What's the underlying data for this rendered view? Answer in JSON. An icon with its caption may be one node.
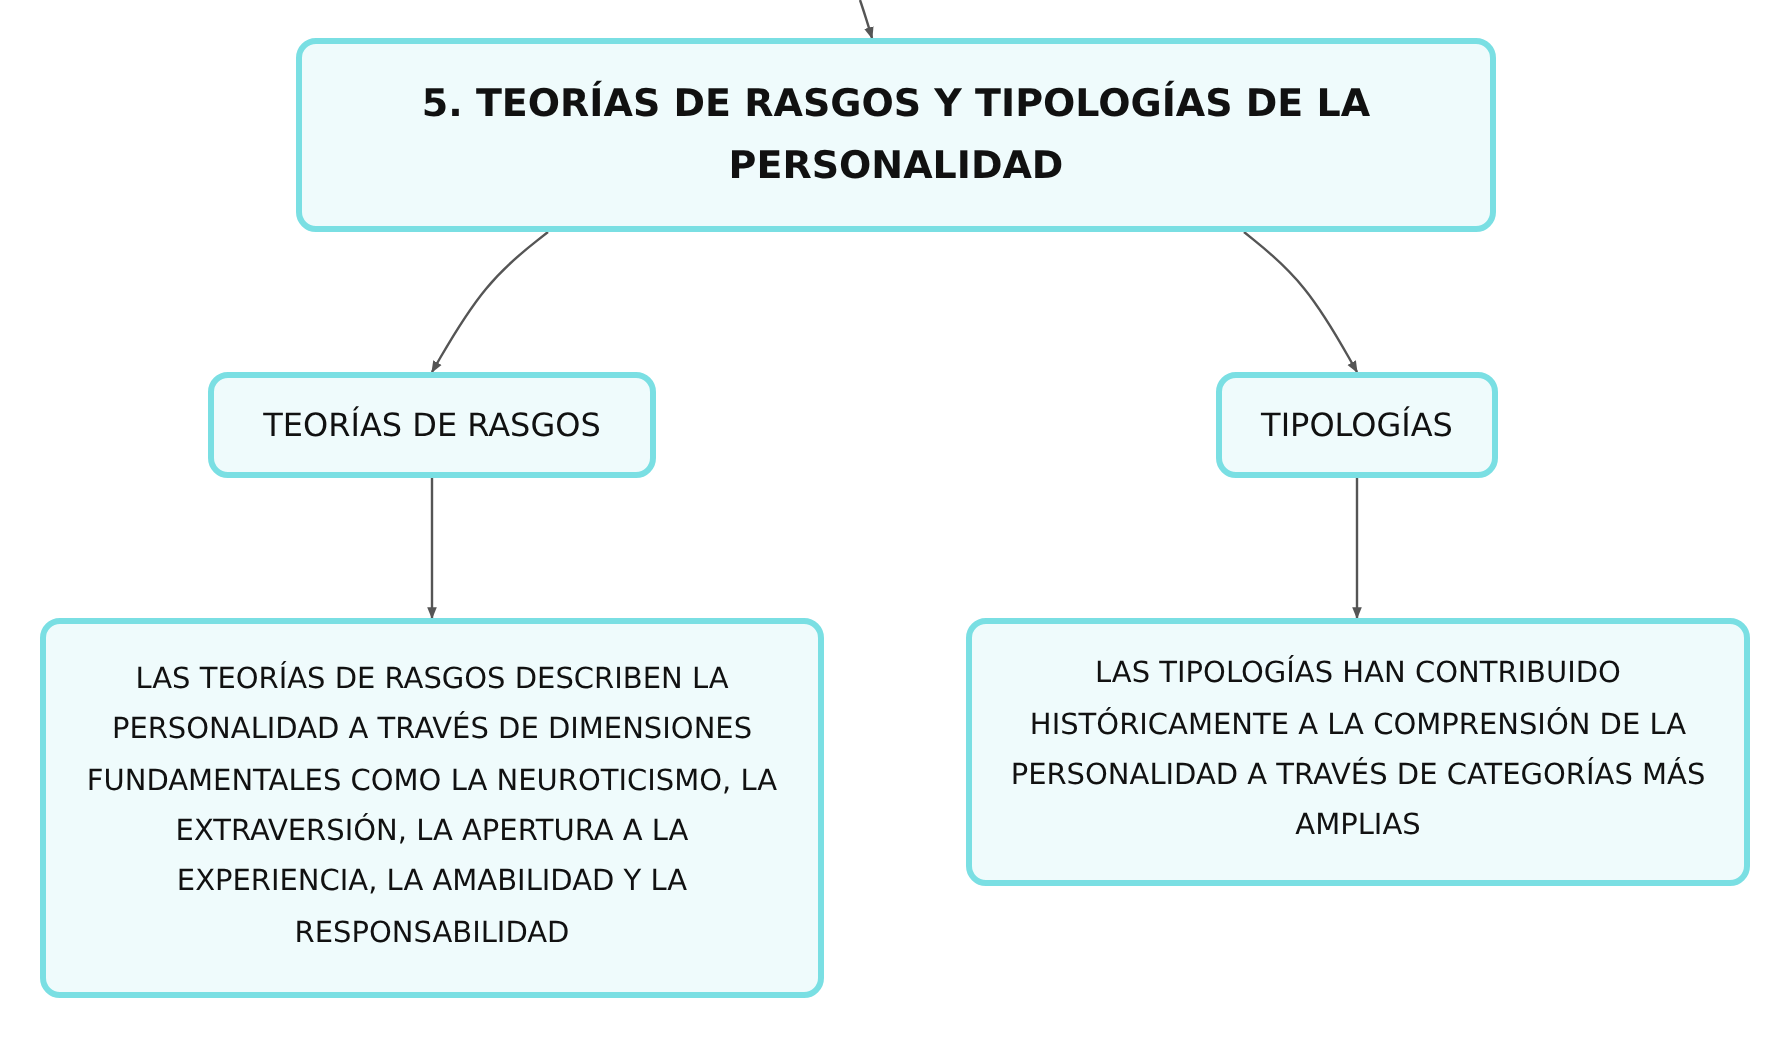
{
  "diagram": {
    "nodes": [
      {
        "text": [
          "5. TEORÍAS DE RASGOS Y TIPOLOGÍAS DE LA PERSONALIDAD"
        ]
      },
      {
        "text": [
          "TEORÍAS DE RASGOS"
        ]
      },
      {
        "text": [
          "TIPOLOGÍAS"
        ]
      },
      {
        "text": [
          "LAS TEORÍAS DE RASGOS DESCRIBEN LA PERSONALIDAD A TRAVÉS DE DIMENSIONES FUNDAMENTALES COMO LA NEUROTICISMO, LA EXTRAVERSIÓN, LA APERTURA A LA EXPERIENCIA, LA AMABILIDAD Y LA RESPONSABILIDAD"
        ]
      },
      {
        "text": [
          "LAS TIPOLOGÍAS HAN CONTRIBUIDO HISTÓRICAMENTE A LA COMPRENSIÓN DE LA PERSONALIDAD A TRAVÉS DE CATEGORÍAS MÁS AMPLIAS"
        ]
      }
    ],
    "edges": [
      {
        "from": null,
        "to": 0,
        "arrow": "to"
      },
      {
        "from": 0,
        "to": 1,
        "arrow": "to"
      },
      {
        "from": 0,
        "to": 2,
        "arrow": "to"
      },
      {
        "from": 1,
        "to": 3,
        "arrow": "to"
      },
      {
        "from": 2,
        "to": 4,
        "arrow": "to"
      }
    ]
  }
}
